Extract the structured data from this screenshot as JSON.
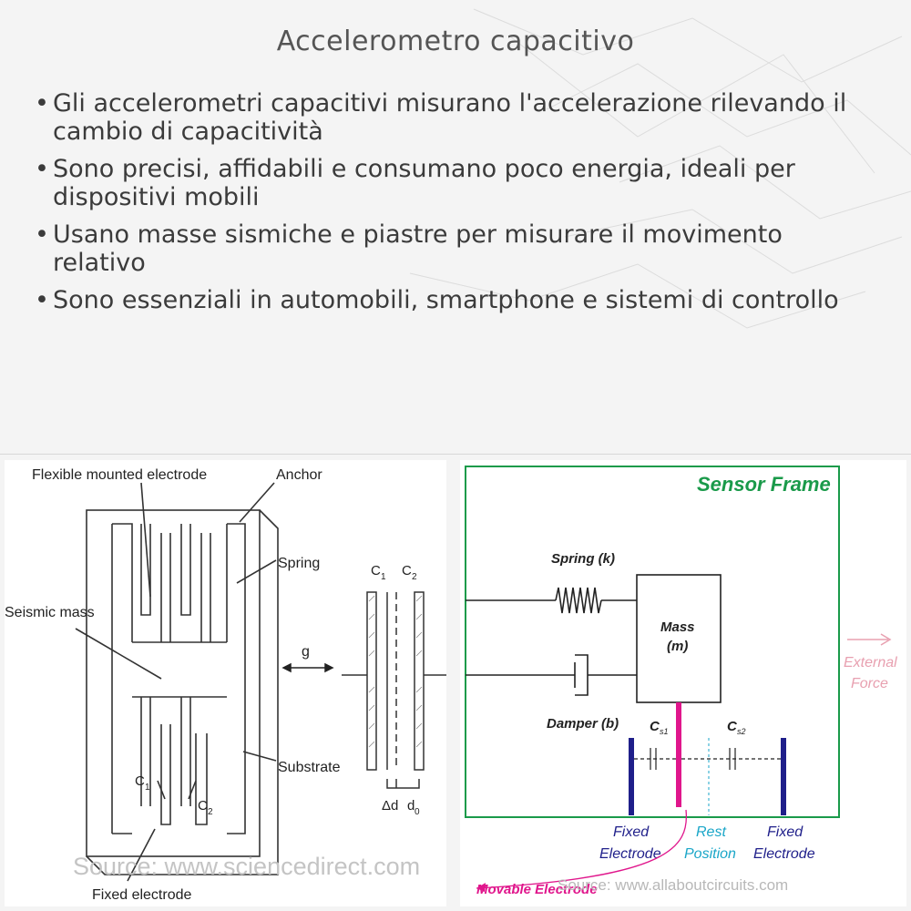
{
  "title": "Accelerometro capacitivo",
  "bullets": [
    "Gli accelerometri capacitivi misurano l'accelerazione rilevando il cambio di capacitività",
    "Sono precisi, affidabili e consumano poco energia, ideali per dispositivi mobili",
    "Usano masse sismiche e piastre per misurare il movimento relativo",
    "Sono essenziali in automobili, smartphone e sistemi di controllo"
  ],
  "left_diagram": {
    "flexible_electrode": "Flexible mounted electrode",
    "anchor": "Anchor",
    "spring": "Spring",
    "seismic_mass": "Seismic mass",
    "substrate": "Substrate",
    "fixed_electrode": "Fixed electrode",
    "g": "g",
    "c1": "C",
    "c1_sub": "1",
    "c2": "C",
    "c2_sub": "2",
    "delta_d": "Δd",
    "d0": "d",
    "d0_sub": "0",
    "source": "Source: www.sciencedirect.com"
  },
  "right_diagram": {
    "sensor_frame": "Sensor Frame",
    "spring": "Spring (k)",
    "mass_line1": "Mass",
    "mass_line2": "(m)",
    "damper": "Damper (b)",
    "cs1": "C",
    "cs1_sub": "s1",
    "cs2": "C",
    "cs2_sub": "s2",
    "external_force_1": "External",
    "external_force_2": "Force",
    "fixed_electrode_1a": "Fixed",
    "fixed_electrode_1b": "Electrode",
    "rest_position_a": "Rest",
    "rest_position_b": "Position",
    "fixed_electrode_2a": "Fixed",
    "fixed_electrode_2b": "Electrode",
    "movable_electrode": "Movable Electrode",
    "source": "Source: www.allaboutcircuits.com"
  },
  "colors": {
    "frame_green": "#1a9a4a",
    "electrode_navy": "#1f1f8a",
    "movable_magenta": "#e0168c",
    "rest_cyan": "#1aa6c8",
    "external_pink": "#e8a0b0"
  }
}
